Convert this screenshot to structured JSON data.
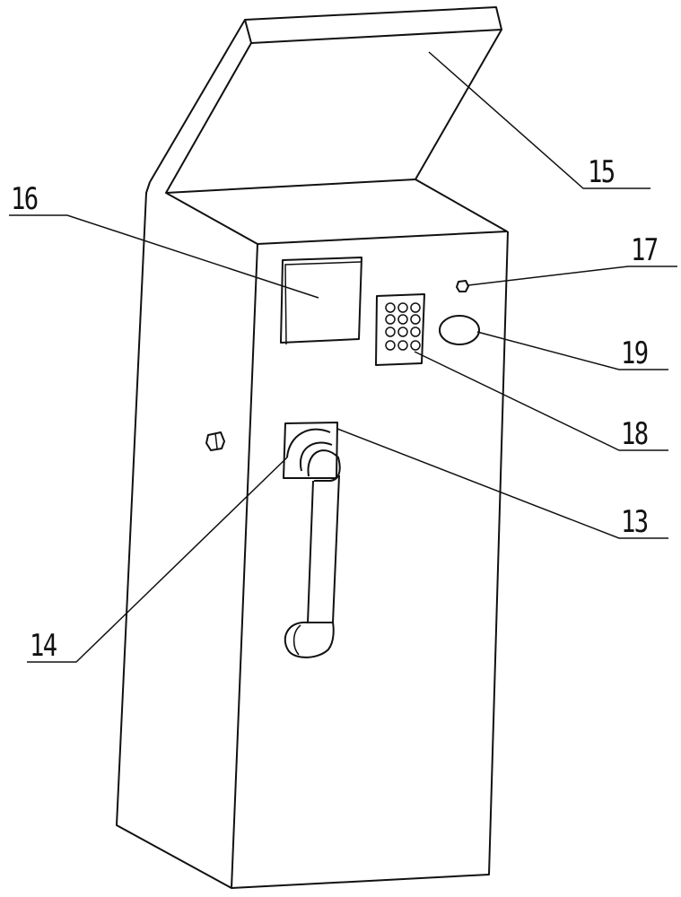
{
  "figure": {
    "labels": {
      "handle_base": "13",
      "handle": "14",
      "lid": "15",
      "screen": "16",
      "indicator": "17",
      "keypad": "18",
      "card_slot": "19"
    }
  }
}
